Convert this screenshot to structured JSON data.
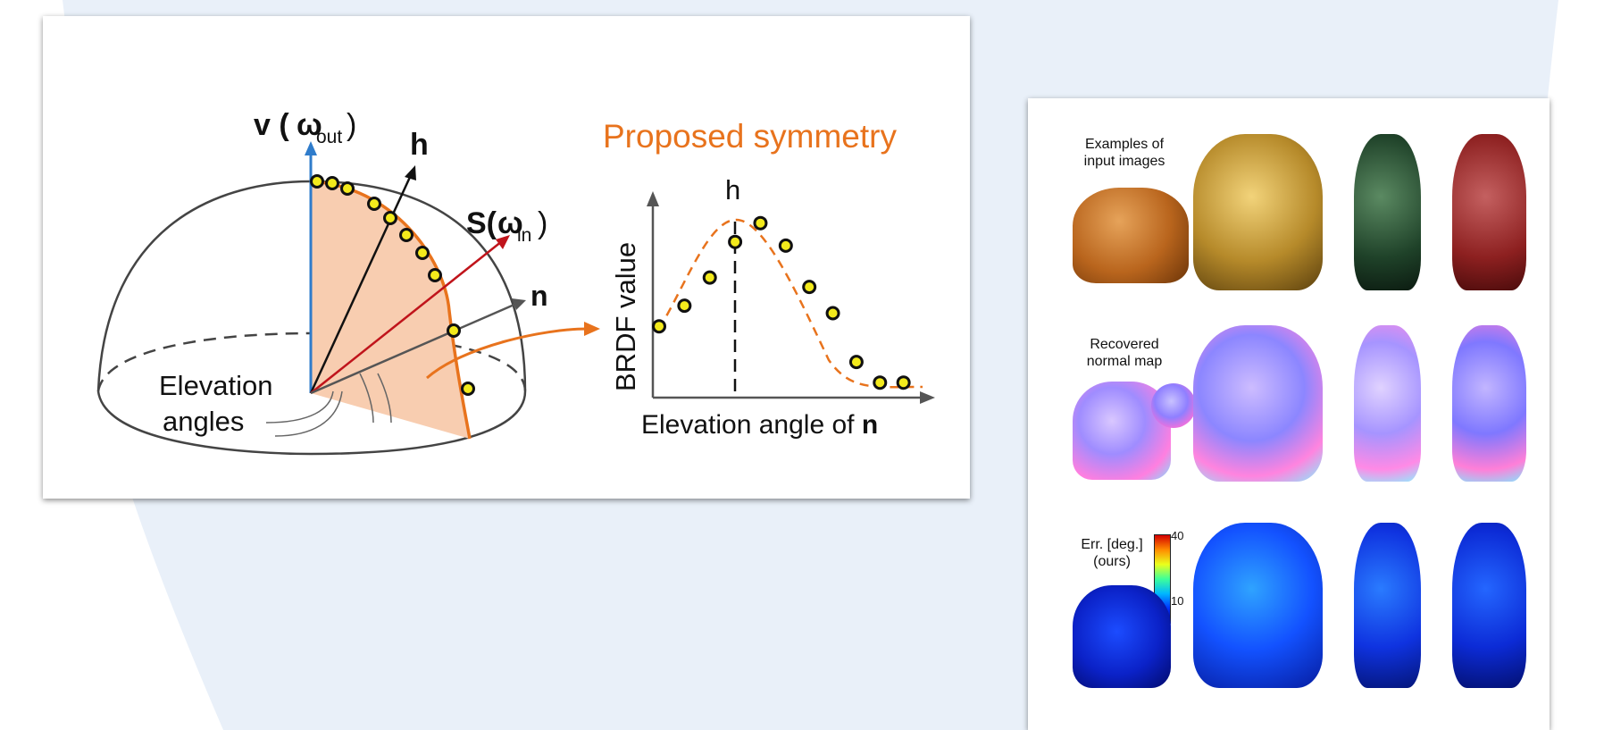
{
  "colors": {
    "background_shape": "#e9f0f9",
    "accent_orange": "#e8731d",
    "wedge_fill": "#f8cdb0",
    "view_axis": "#2f7ccb",
    "light_axis": "#c0141b",
    "sample_point": "#f3ea1c"
  },
  "left_figure": {
    "labels": {
      "v_main": "v (",
      "omega_out": "ω",
      "out_sub": "out",
      "v_close": ")",
      "h_vector": "h",
      "s_main": "S(",
      "omega_in": "ω",
      "in_sub": "in",
      "s_close": ")",
      "n_vector": "n",
      "elevation_line1": "Elevation",
      "elevation_line2": "angles"
    },
    "plot": {
      "title": "Proposed symmetry",
      "peak_label": "h",
      "y_axis_label": "BRDF value",
      "x_axis_label_prefix": "Elevation angle of ",
      "x_axis_label_bold": "n"
    }
  },
  "right_figure": {
    "row_labels": {
      "input_line1": "Examples of",
      "input_line2": "input images",
      "normal_line1": "Recovered",
      "normal_line2": "normal map",
      "error_line1": "Err. [deg.]",
      "error_line2": "(ours)"
    },
    "colorbar_max": "40",
    "colorbar_mid": "10"
  },
  "chart_data": {
    "type": "scatter",
    "title": "Proposed symmetry",
    "xlabel": "Elevation angle of n",
    "ylabel": "BRDF value",
    "x": [
      1,
      2,
      3,
      4,
      5,
      6,
      7,
      8,
      9,
      10,
      11
    ],
    "y": [
      0.38,
      0.49,
      0.64,
      0.83,
      0.93,
      0.81,
      0.59,
      0.45,
      0.19,
      0.08,
      0.08
    ],
    "annotations": [
      "h"
    ]
  }
}
